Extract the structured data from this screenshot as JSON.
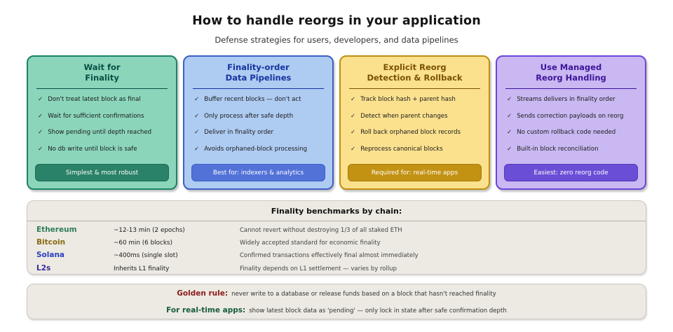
{
  "header": {
    "title": "How to handle reorgs in your application",
    "subtitle": "Defense strategies for users, developers, and data pipelines"
  },
  "cards": [
    {
      "title_line1": "Wait for",
      "title_line2": "Finality",
      "check_glyph": "✓",
      "items": [
        "Don't treat latest block as final",
        "Wait for sufficient confirmations",
        "Show pending until depth reached",
        "No db write until block is safe"
      ],
      "badge": "Simplest & most robust",
      "theme": {
        "bg": "#8bd5bb",
        "border": "#1e8268",
        "title": "#0a4f43",
        "badge_bg": "#2a8268",
        "badge_border": "#1c6a54"
      }
    },
    {
      "title_line1": "Finality-order",
      "title_line2": "Data Pipelines",
      "check_glyph": "✓",
      "items": [
        "Buffer recent blocks — don't act",
        "Only process after safe depth",
        "Deliver in finality order",
        "Avoids orphaned-block processing"
      ],
      "badge": "Best for: indexers & analytics",
      "theme": {
        "bg": "#aecbf2",
        "border": "#3d5fc8",
        "title": "#16349e",
        "badge_bg": "#5272d8",
        "badge_border": "#3d5fc8"
      }
    },
    {
      "title_line1": "Explicit Reorg",
      "title_line2": "Detection & Rollback",
      "check_glyph": "✓",
      "items": [
        "Track block hash + parent hash",
        "Detect when parent changes",
        "Roll back orphaned block records",
        "Reprocess canonical blocks"
      ],
      "badge": "Required for: real-time apps",
      "theme": {
        "bg": "#fbe18e",
        "border": "#c08f0e",
        "title": "#7a5200",
        "badge_bg": "#c39213",
        "badge_border": "#a67a0b"
      }
    },
    {
      "title_line1": "Use Managed",
      "title_line2": "Reorg Handling",
      "check_glyph": "✓",
      "items": [
        "Streams delivers in finality order",
        "Sends correction payloads on reorg",
        "No custom rollback code needed",
        "Built-in block reconciliation"
      ],
      "badge": "Easiest: zero reorg code",
      "theme": {
        "bg": "#c9b8f2",
        "border": "#6b46d9",
        "title": "#3d1499",
        "badge_bg": "#6b4ed6",
        "badge_border": "#5638b8"
      }
    }
  ],
  "benchmarks": {
    "title": "Finality benchmarks by chain:",
    "rows": [
      {
        "chain": "Ethereum",
        "color": "#2e7d5b",
        "time": "~12-13 min (2 epochs)",
        "note": "Cannot revert without destroying 1/3 of all staked ETH"
      },
      {
        "chain": "Bitcoin",
        "color": "#8a6914",
        "time": "~60 min (6 blocks)",
        "note": "Widely accepted standard for economic finality"
      },
      {
        "chain": "Solana",
        "color": "#2b3fbf",
        "time": "~400ms (single slot)",
        "note": "Confirmed transactions effectively final almost immediately"
      },
      {
        "chain": "L2s",
        "color": "#3b2aa0",
        "time": "Inherits L1 finality",
        "note": "Finality depends on L1 settlement — varies by rollup"
      }
    ]
  },
  "footer": {
    "rules": [
      {
        "label": "Golden rule:",
        "color": "#8b1a1a",
        "text": "never write to a database or release funds based on a block that hasn't reached finality"
      },
      {
        "label": "For real-time apps:",
        "color": "#185c3c",
        "text": "show latest block data as 'pending' — only lock in state after safe confirmation depth"
      }
    ]
  }
}
